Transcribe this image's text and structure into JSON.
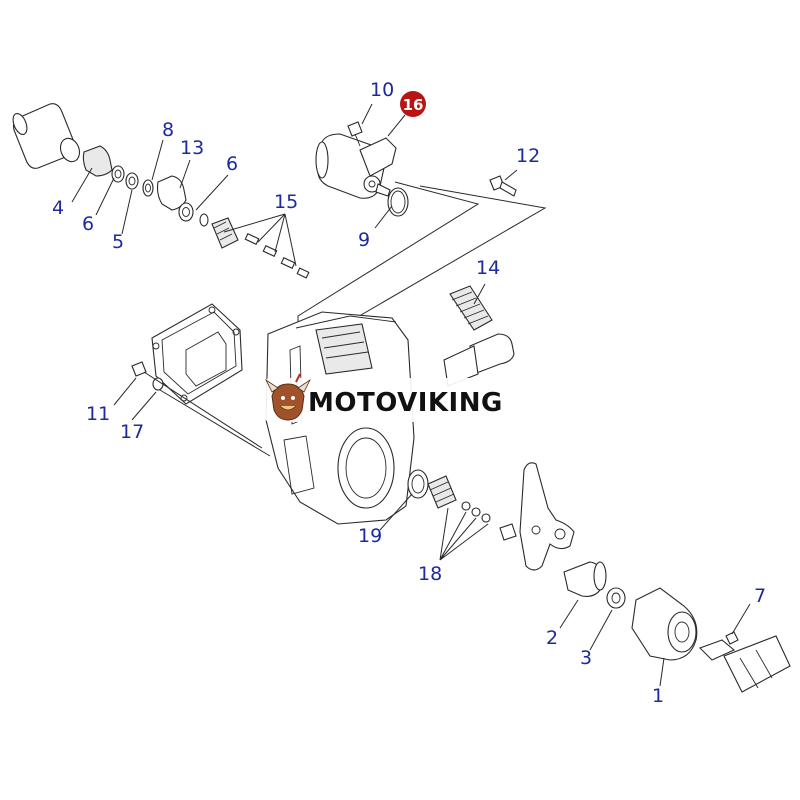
{
  "diagram": {
    "callouts": [
      {
        "id": "c1",
        "text": "1"
      },
      {
        "id": "c2",
        "text": "2"
      },
      {
        "id": "c3",
        "text": "3"
      },
      {
        "id": "c4",
        "text": "4"
      },
      {
        "id": "c5",
        "text": "5"
      },
      {
        "id": "c6a",
        "text": "6"
      },
      {
        "id": "c6b",
        "text": "6"
      },
      {
        "id": "c7",
        "text": "7"
      },
      {
        "id": "c8",
        "text": "8"
      },
      {
        "id": "c9",
        "text": "9"
      },
      {
        "id": "c10",
        "text": "10"
      },
      {
        "id": "c11",
        "text": "11"
      },
      {
        "id": "c12",
        "text": "12"
      },
      {
        "id": "c13",
        "text": "13"
      },
      {
        "id": "c14",
        "text": "14"
      },
      {
        "id": "c15",
        "text": "15"
      },
      {
        "id": "c16",
        "text": "16"
      },
      {
        "id": "c17",
        "text": "17"
      },
      {
        "id": "c18",
        "text": "18"
      },
      {
        "id": "c19",
        "text": "19"
      }
    ],
    "highlighted_part": "16",
    "highlight_color": "#b81414",
    "callout_color": "#1b2a9c"
  },
  "watermark": {
    "text": "MOTOVIKING"
  }
}
